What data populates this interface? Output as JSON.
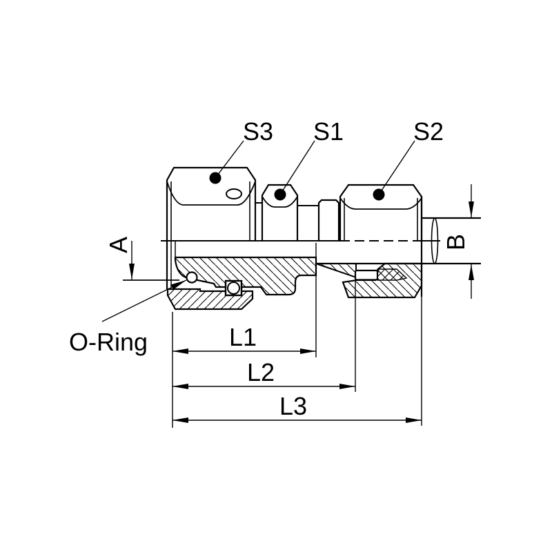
{
  "drawing": {
    "type": "technical-section-drawing",
    "callouts": {
      "s3": "S3",
      "s1": "S1",
      "s2": "S2",
      "oring": "O-Ring"
    },
    "dimensions": {
      "a": "A",
      "b": "B",
      "l1": "L1",
      "l2": "L2",
      "l3": "L3"
    },
    "colors": {
      "line": "#000000",
      "background": "#ffffff"
    }
  }
}
